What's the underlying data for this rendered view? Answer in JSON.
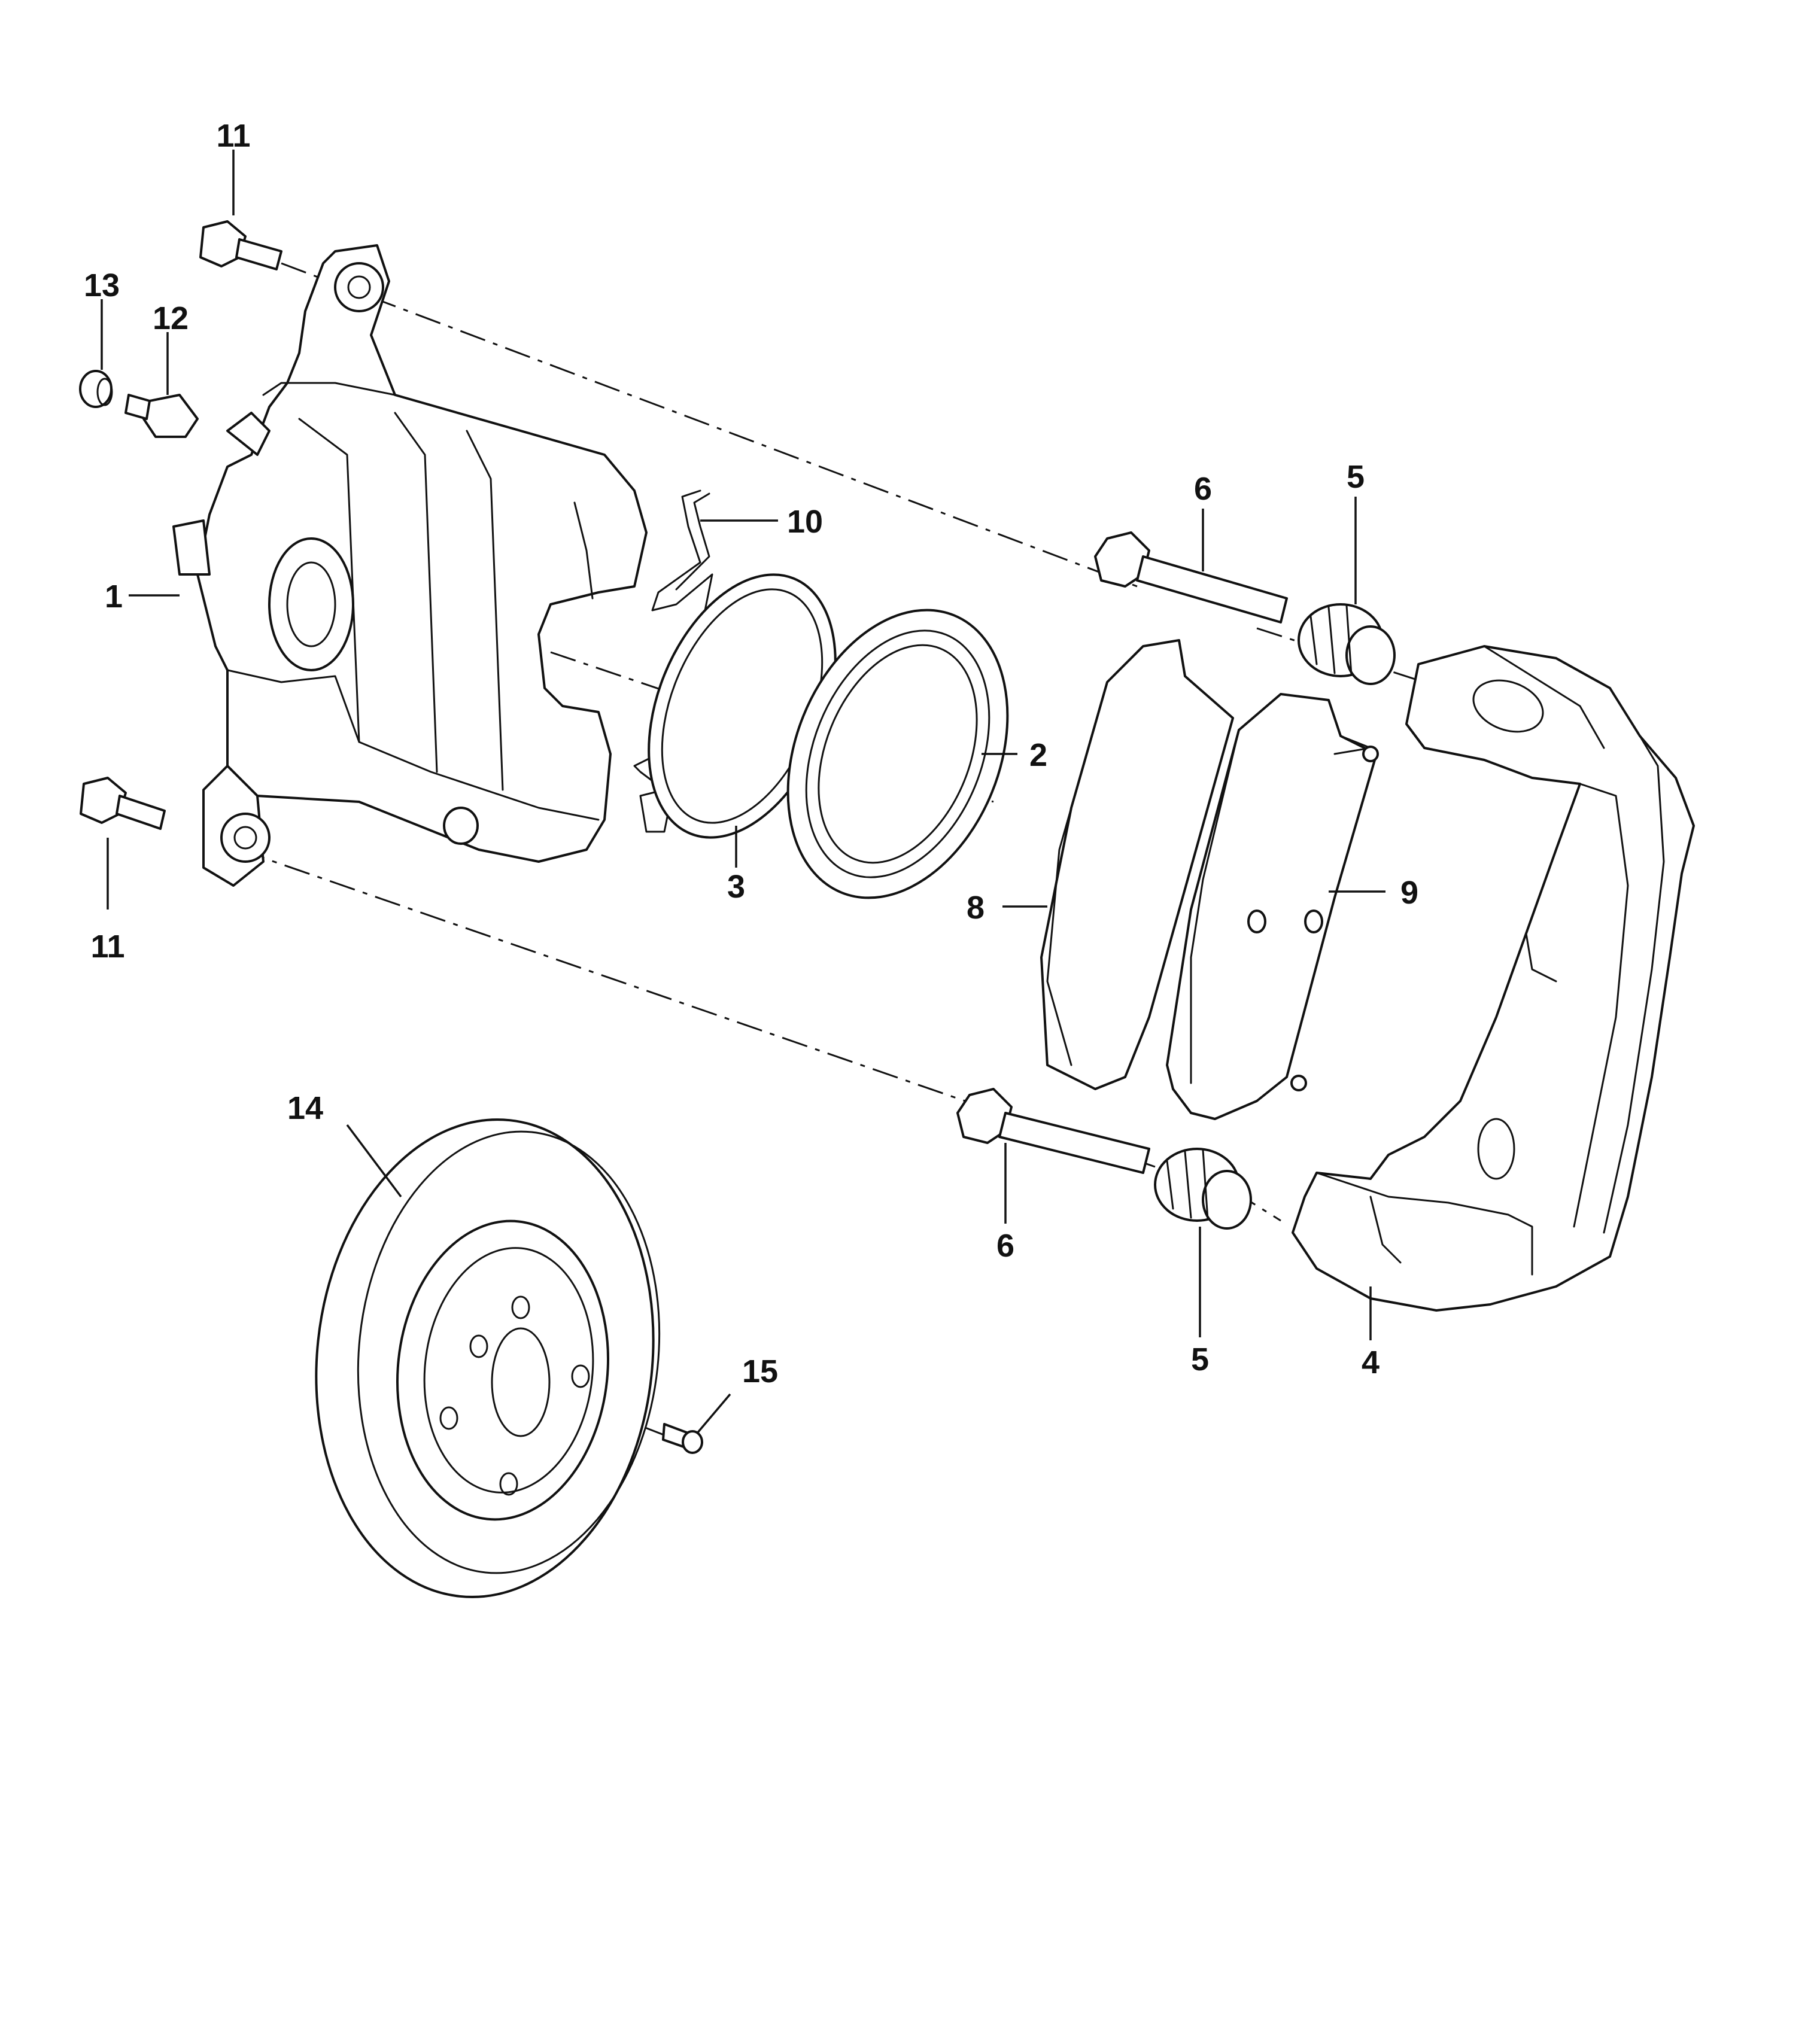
{
  "callouts": {
    "c1": "1",
    "c2": "2",
    "c3": "3",
    "c4": "4",
    "c5a": "5",
    "c5b": "5",
    "c6a": "6",
    "c6b": "6",
    "c8": "8",
    "c9": "9",
    "c10": "10",
    "c11a": "11",
    "c11b": "11",
    "c12": "12",
    "c13": "13",
    "c14": "14",
    "c15": "15"
  },
  "colors": {
    "line": "#111111",
    "background": "#ffffff"
  }
}
